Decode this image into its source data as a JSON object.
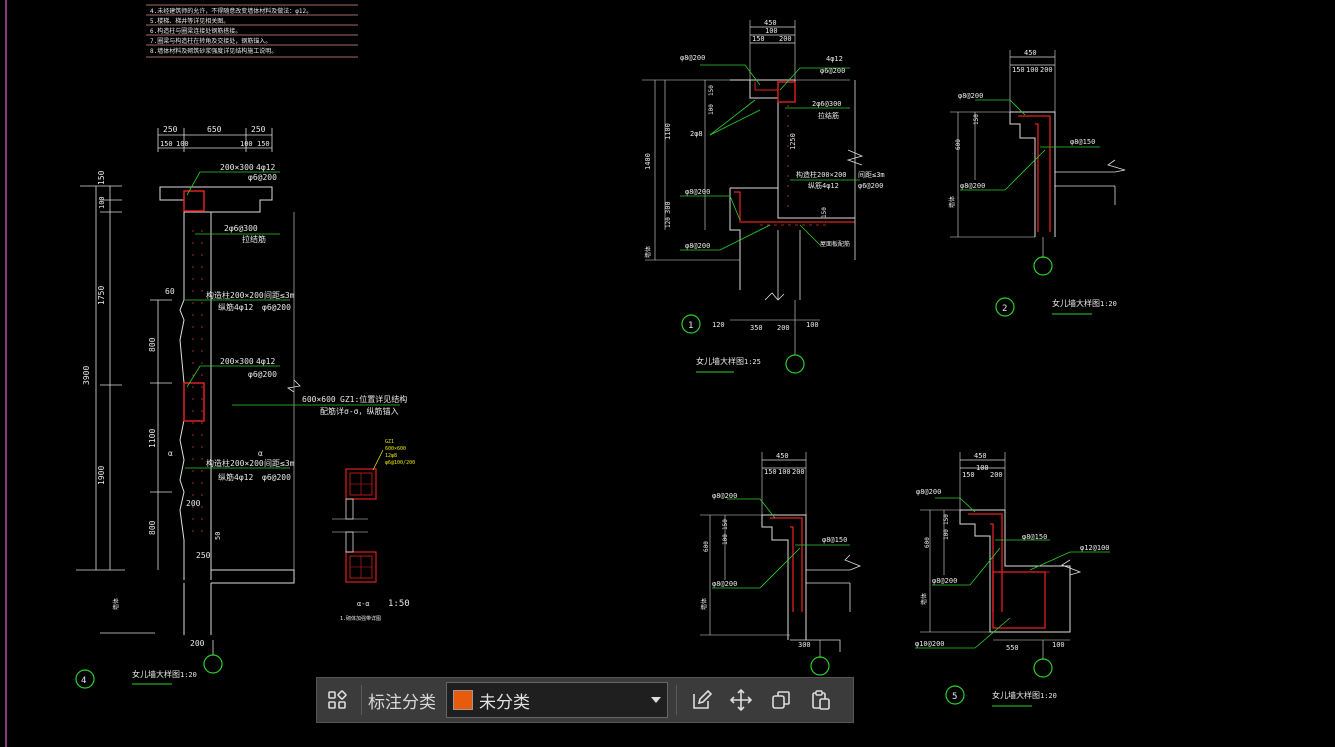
{
  "notes": [
    "4.未经建筑师的允许，不得随意改变墙体材料及做法：φ12。",
    "5.楼梯、梯井等详见相关图。",
    "6.构造柱与圈梁连接处钢筋搭接。",
    "7.圈梁与构造柱在转角及交接处，钢筋锚入。",
    "8.墙体材料及砌筑砂浆强度详见结构施工说明。"
  ],
  "detail4": {
    "dims_top": [
      "250",
      "650",
      "250"
    ],
    "dims_sub": [
      "150",
      "100",
      "100",
      "150"
    ],
    "dims_left": [
      "150",
      "100",
      "1750",
      "3900",
      "1900"
    ],
    "dims_mid": [
      "60",
      "800",
      "1100",
      "800"
    ],
    "beam1": [
      "200×300",
      "4φ12",
      "φ6@200"
    ],
    "beam1_b": [
      "2φ6@300",
      "拉结筋"
    ],
    "col1": [
      "构造柱200×200",
      "间距≤3m",
      "纵筋4φ12",
      "φ6@200"
    ],
    "beam2": [
      "200×300",
      "4φ12",
      "φ6@200"
    ],
    "gz": [
      "600×600",
      "GZ1:位置详见结构",
      "配筋详σ-σ，纵筋锚入"
    ],
    "col2": [
      "构造柱200×200",
      "间距≤3m",
      "纵筋4φ12",
      "φ6@200"
    ],
    "dims_bot": [
      "200",
      "250",
      "50",
      "200"
    ],
    "label_a": "α",
    "section_label": "α-α",
    "section_scale": "1:50",
    "section_note": "1.砌体加强带详图",
    "tag": [
      "GZ1",
      "600×600",
      "12φ8",
      "φ6@100/200"
    ],
    "wall_label": "墙体",
    "circle": "4",
    "title": "女儿墙大样图",
    "scale": "1:20"
  },
  "detail1": {
    "dims_top": [
      "450",
      "100",
      "150",
      "200"
    ],
    "left_dims": [
      "1400",
      "100",
      "150",
      "1100",
      "1250",
      "300",
      "120"
    ],
    "labels": [
      "φ8@200",
      "4φ12",
      "φ6@200",
      "2φ6@300",
      "拉结筋",
      "2φ8",
      "构造柱200×200",
      "间距≤3m",
      "纵筋4φ12",
      "φ6@200",
      "φ8@200",
      "φ8@200",
      "屋面板配筋",
      "墙体",
      "150"
    ],
    "bottom_dims": [
      "120",
      "350",
      "200",
      "100"
    ],
    "circle": "1",
    "title": "女儿墙大样图",
    "scale": "1:25"
  },
  "detail2": {
    "dims_top": [
      "450",
      "150",
      "100",
      "200"
    ],
    "labels": [
      "φ8@200",
      "150",
      "600",
      "φ8@150",
      "φ8@200",
      "墙体"
    ],
    "circle": "2",
    "title": "女儿墙大样图",
    "scale": "1:20"
  },
  "detail3": {
    "dims_top": [
      "450",
      "150",
      "100",
      "200"
    ],
    "labels": [
      "φ8@200",
      "150",
      "100",
      "600",
      "φ8@150",
      "φ8@200",
      "墙体",
      "300"
    ]
  },
  "detail5": {
    "dims_top": [
      "450",
      "150",
      "100",
      "200"
    ],
    "labels": [
      "φ8@200",
      "150",
      "100",
      "600",
      "φ8@150",
      "φ12@100",
      "φ8@200",
      "墙体",
      "φ10@200",
      "550",
      "100"
    ],
    "circle": "5",
    "title": "女儿墙大样图",
    "scale": "1:20"
  },
  "toolbar": {
    "label": "标注分类",
    "select_value": "未分类",
    "swatch_color": "#e85a0c",
    "icons": [
      "grid-icon",
      "edit-icon",
      "move-icon",
      "copy-icon",
      "paste-icon"
    ]
  }
}
